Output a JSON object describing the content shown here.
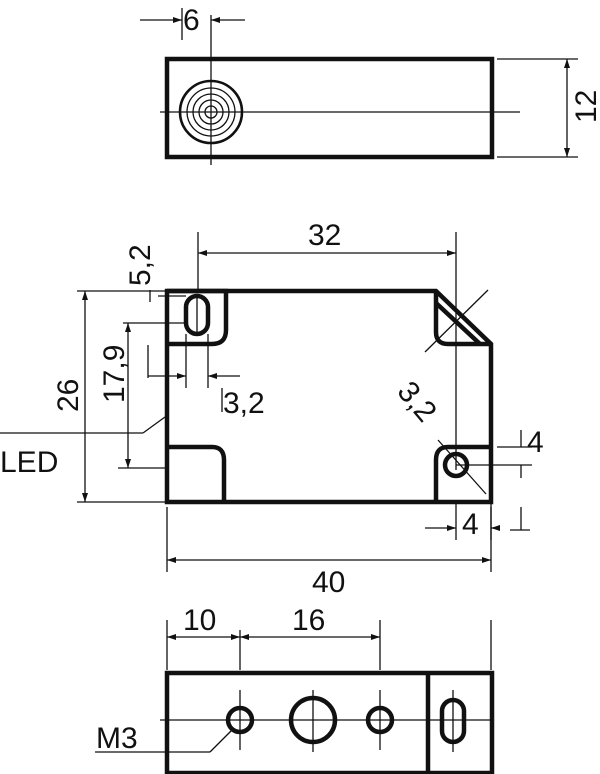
{
  "top_view": {
    "width_dim": "6",
    "height_dim": "12"
  },
  "front_view": {
    "dim_32": "32",
    "dim_5_2": "5,2",
    "dim_26": "26",
    "dim_17_9": "17,9",
    "dim_3_2_left": "3,2",
    "dim_3_2_right": "3,2",
    "dim_4_vertical": "4",
    "dim_4_horizontal": "4",
    "dim_40": "40",
    "led_label": "LED"
  },
  "bottom_view": {
    "dim_10": "10",
    "dim_16": "16",
    "thread_label": "M3"
  }
}
